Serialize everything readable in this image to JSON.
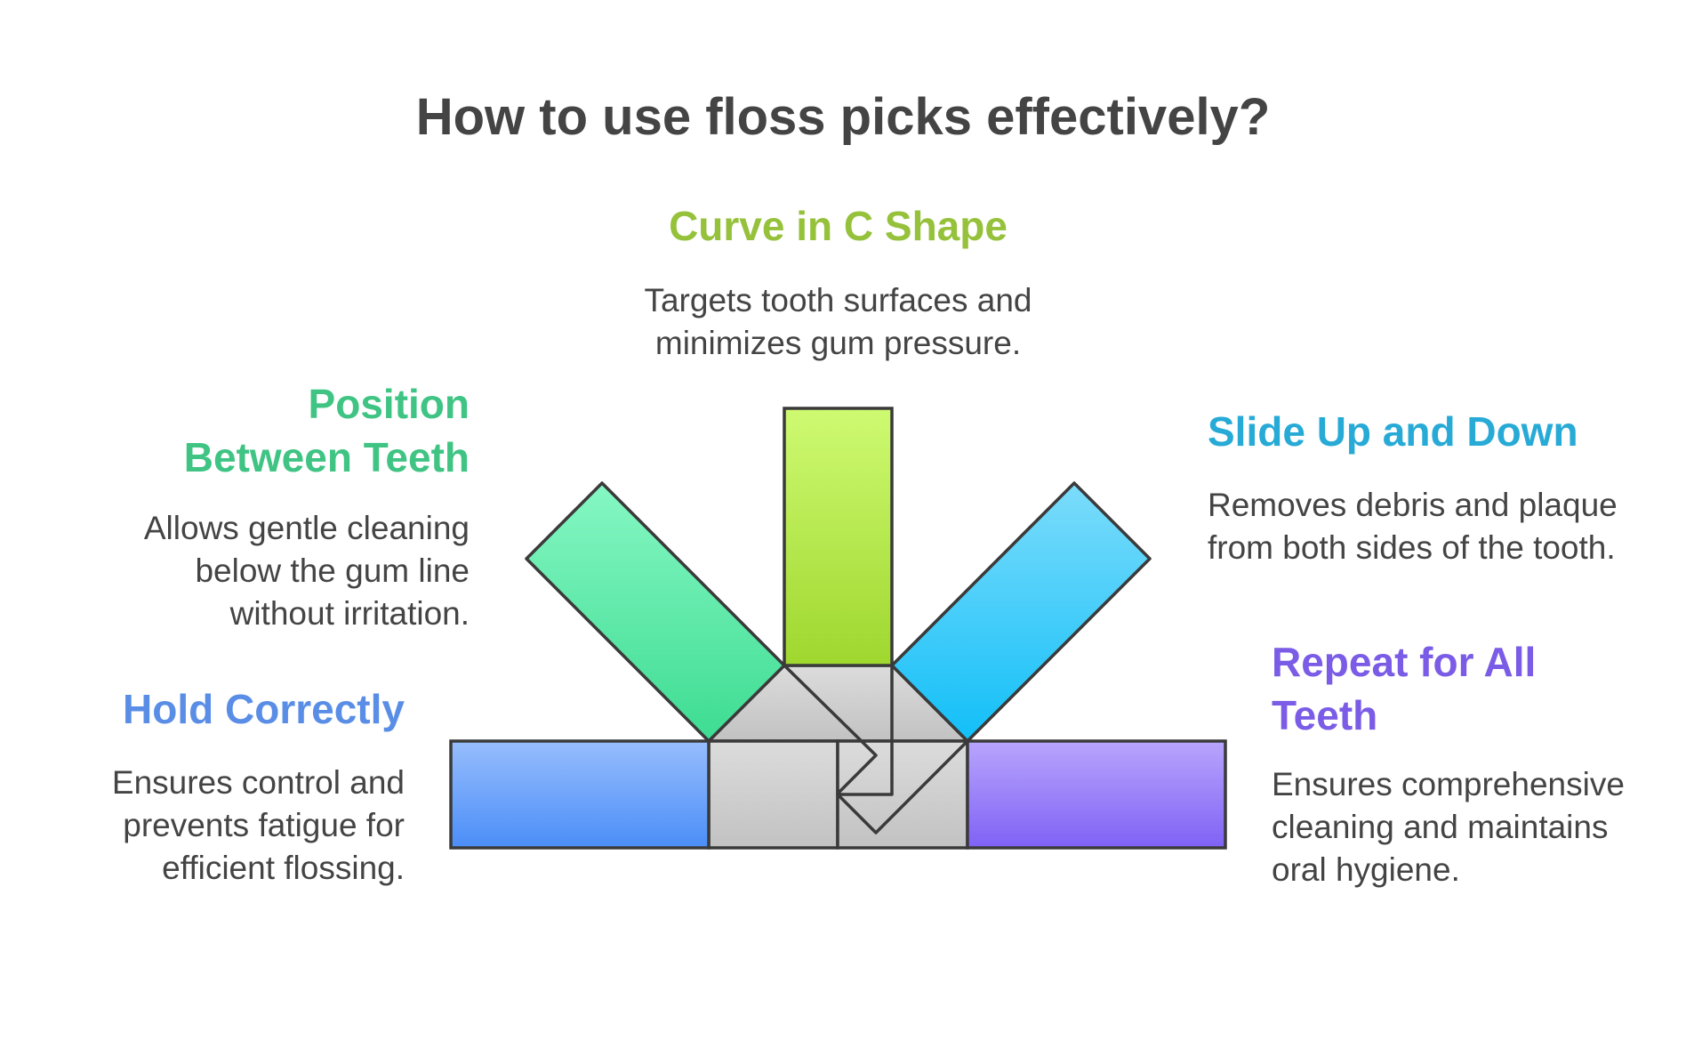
{
  "title": "How to use floss picks effectively?",
  "colors": {
    "hold": "#5a8ee6",
    "position": "#3dc586",
    "curve": "#9cc43a",
    "slide": "#26acd8",
    "repeat": "#7a5ce6",
    "hub": "#d0d0d0",
    "outline": "#3a3a3a"
  },
  "steps": {
    "hold": {
      "title": "Hold Correctly",
      "desc": "Ensures control and prevents fatigue for efficient flossing."
    },
    "position": {
      "title": "Position Between Teeth",
      "desc": "Allows gentle cleaning below the gum line without irritation."
    },
    "curve": {
      "title": "Curve in C Shape",
      "desc": "Targets tooth surfaces and minimizes gum pressure."
    },
    "slide": {
      "title": "Slide Up and Down",
      "desc": "Removes debris and plaque from both sides of the tooth."
    },
    "repeat": {
      "title": "Repeat for All Teeth",
      "desc": "Ensures comprehensive cleaning and maintains oral hygiene."
    }
  }
}
